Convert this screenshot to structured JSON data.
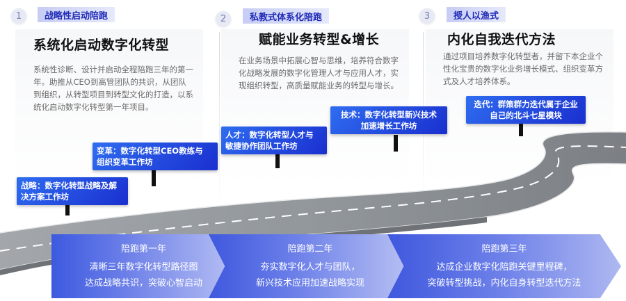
{
  "columns": [
    {
      "number": "1",
      "tag": "战略性启动陪跑",
      "title": "系统化启动数字化转型",
      "description": "系统性诊断、设计并启动全程陪跑三年的第一年。助推从CEO到高管团队的共识，从团队到组织，从转型项目到转型文化的打造，以系统化启动数字化转型第一年项目。"
    },
    {
      "number": "2",
      "tag": "私教式体系化陪跑",
      "title": "赋能业务转型&增长",
      "description": "在业务场景中拓展心智与思维，培养符合数字化战略发展的数字化管理人才与应用人才，实现组织转型，高质量赋能业务的转型与增长。"
    },
    {
      "number": "3",
      "tag": "授人以渔式",
      "title": "内化自我迭代方法",
      "description": "通过项目培养数字化转型者，并留下本企业个性化宝贵的数字化业务增长模式、组织变革方式及人才培养体系。"
    }
  ],
  "signs": {
    "strategy": [
      "战略：数字化转型战略及解",
      "决方案工作坊"
    ],
    "change": [
      "变革：数字化转型CEO教练与",
      "组织变革工作坊"
    ],
    "talent": [
      "人才：数字化转型人才与",
      "敏捷协作团队工作坊"
    ],
    "tech": [
      "技术：数字化转型新兴技术",
      "加速增长工作坊"
    ],
    "iterate": [
      "迭代：群策群力迭代属于企业",
      "自己的北斗七星模块"
    ]
  },
  "phases": [
    {
      "title": "陪跑第一年",
      "lines": [
        "清晰三年数字化转型路径图",
        "达成战略共识，突破心智启动"
      ]
    },
    {
      "title": "陪跑第二年",
      "lines": [
        "夯实数字化人才与团队，",
        "新兴技术应用加速战略实现"
      ]
    },
    {
      "title": "陪跑第三年",
      "lines": [
        "达成企业数字化陪跑关键里程碑，",
        "突破转型挑战，内化自身转型迭代方法"
      ]
    }
  ],
  "colors": {
    "accent_blue": "#1f2bb8",
    "sign_blue": "#2456e6",
    "road_gray": "#8e9296",
    "tag_bg": "#d0d6f6"
  }
}
